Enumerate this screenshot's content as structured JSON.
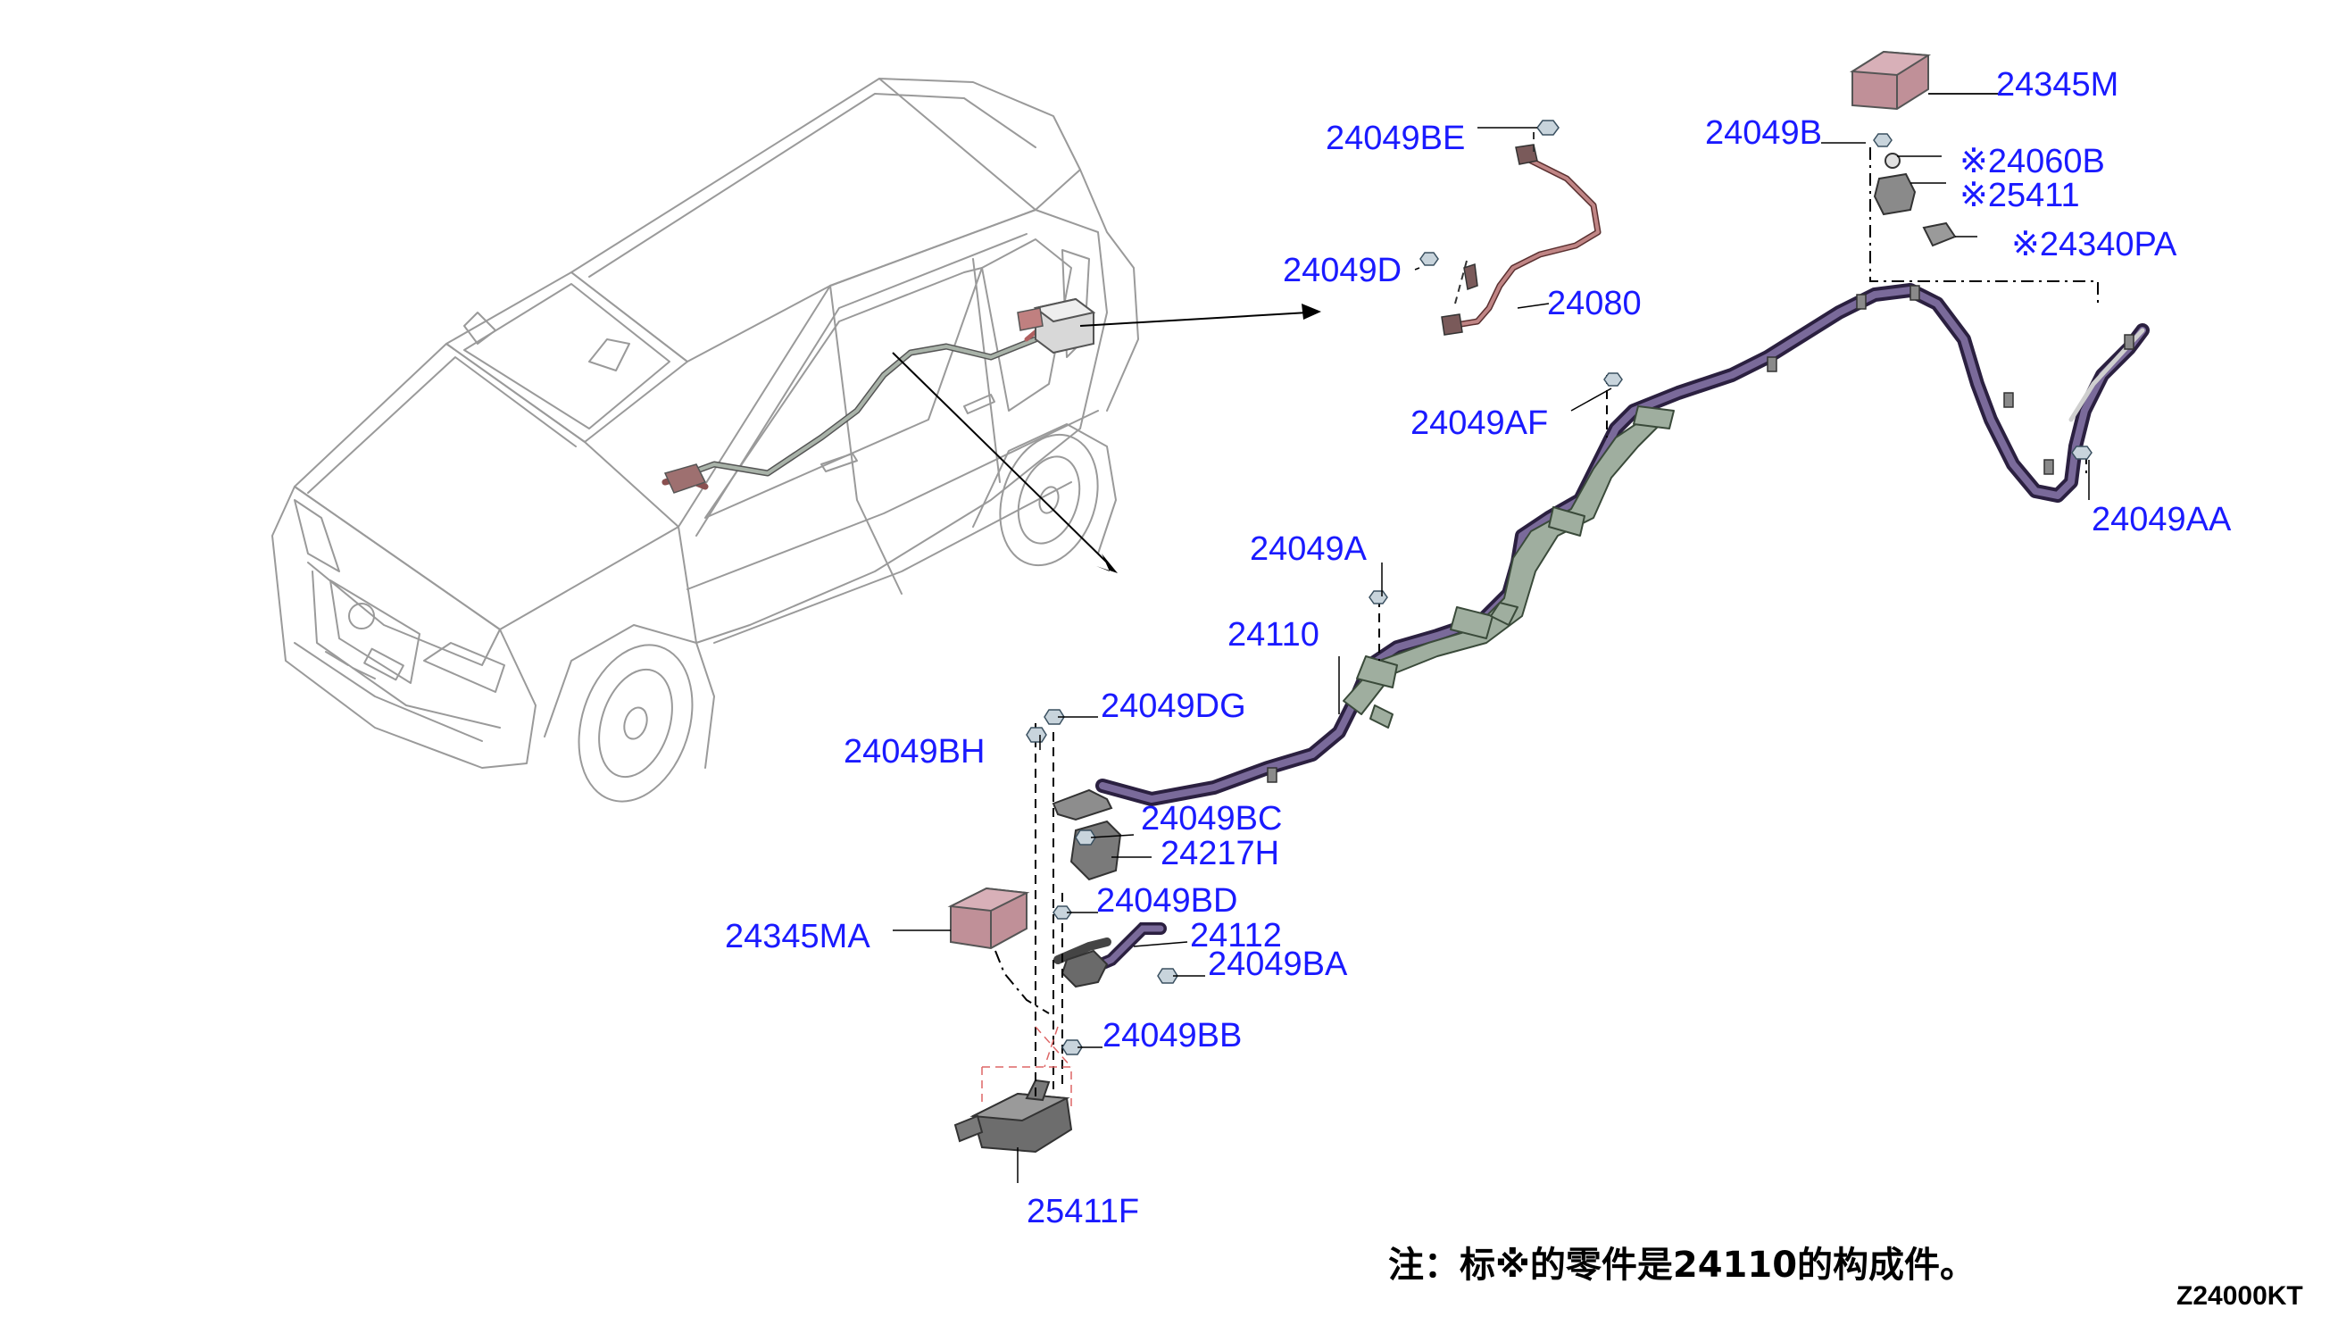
{
  "labels": {
    "l24049BE": "24049BE",
    "l24049D": "24049D",
    "l24080": "24080",
    "l24345M": "24345M",
    "l24049B": "24049B",
    "l24060B": "※24060B",
    "l25411": "※25411",
    "l24340PA": "※24340PA",
    "l24049AF": "24049AF",
    "l24049AA": "24049AA",
    "l24049A": "24049A",
    "l24110": "24110",
    "l24049DG": "24049DG",
    "l24049BH": "24049BH",
    "l24049BC": "24049BC",
    "l24217H": "24217H",
    "l24049BD": "24049BD",
    "l24345MA": "24345MA",
    "l24112": "24112",
    "l24049BA": "24049BA",
    "l24049BB": "24049BB",
    "l25411F": "25411F"
  },
  "note": "注：标※的零件是24110的构成件。",
  "diagram_code": "Z24000KT"
}
